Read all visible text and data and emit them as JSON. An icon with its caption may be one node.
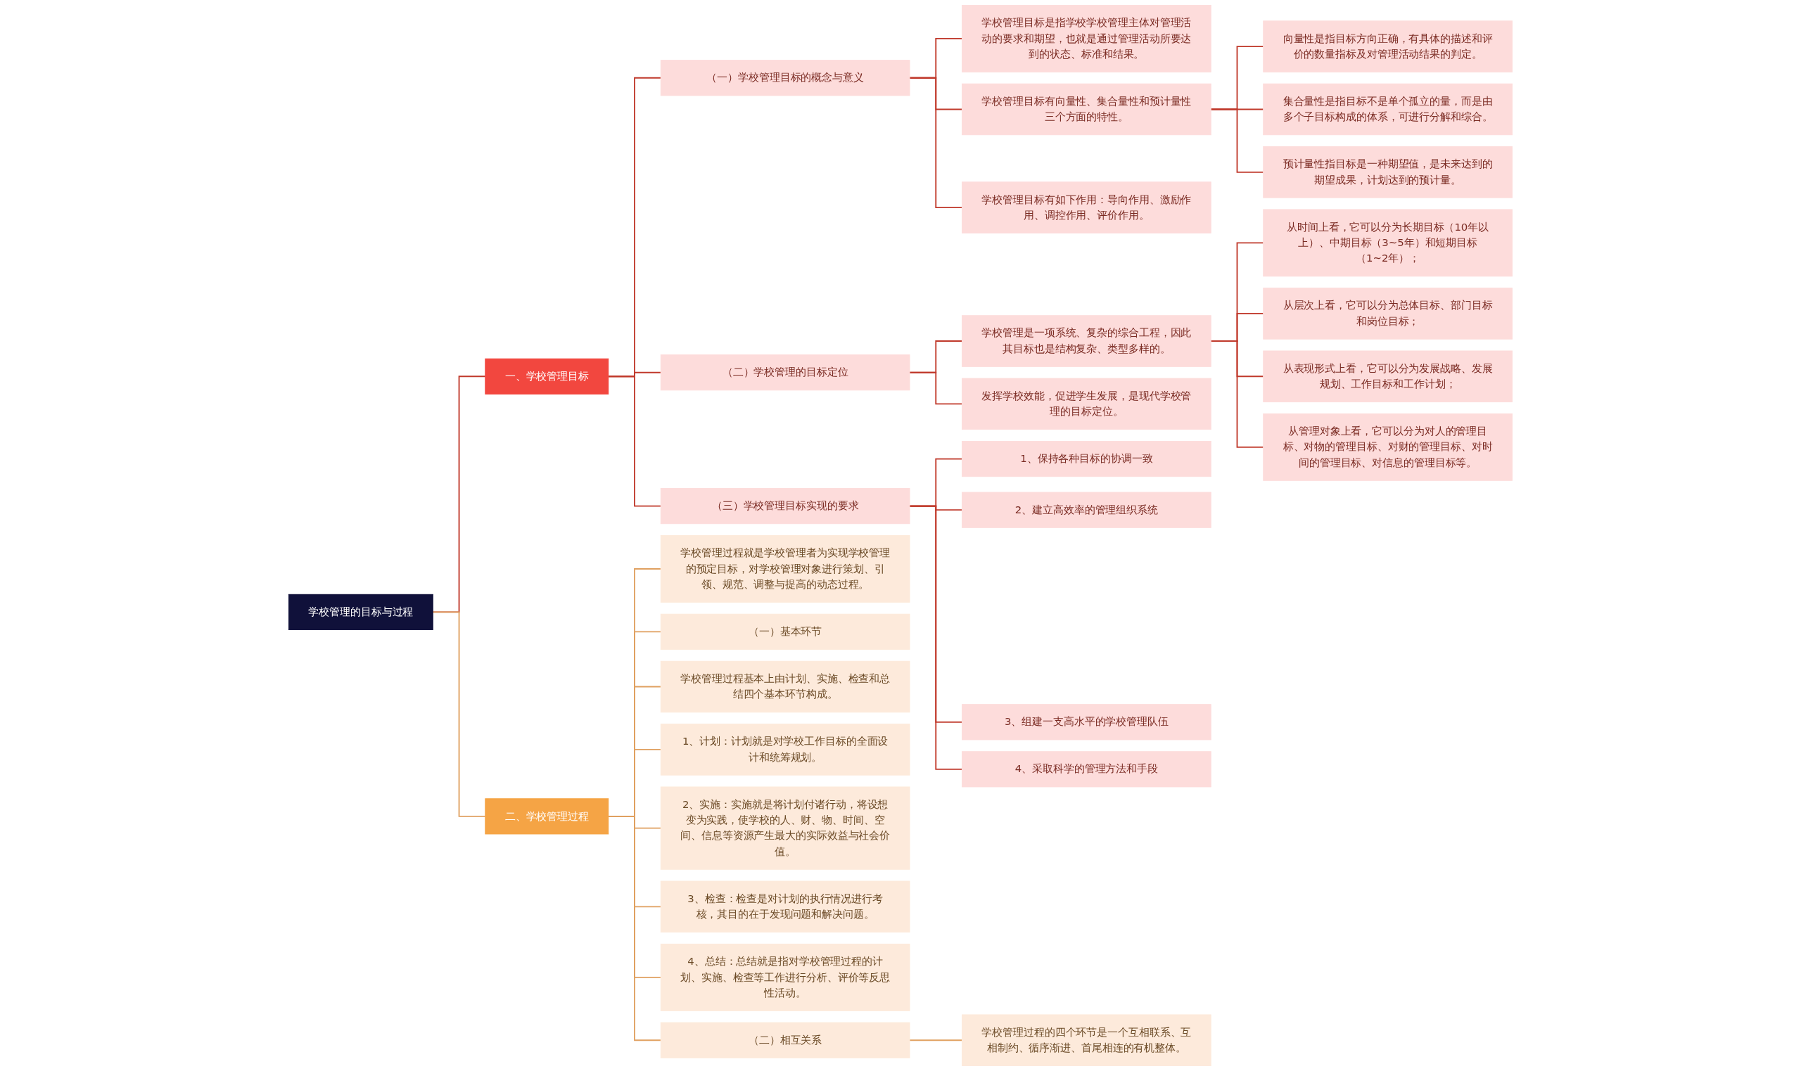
{
  "diagram": {
    "nodes": [
      {
        "text": [
          "学校管理的目标与过程"
        ]
      },
      {
        "text": [
          "一、学校管理目标"
        ]
      },
      {
        "text": [
          "（一）学校管理目标的概念与意义"
        ]
      },
      {
        "text": [
          "学校管理目标是指学校学校管理主体对管理活动的要求和期望，也就是通过管理活动所要达到的状态、标准和结果。"
        ]
      },
      {
        "text": [
          "学校管理目标有向量性、集合量性和预计量性三个方面的特性。"
        ]
      },
      {
        "text": [
          "向量性是指目标方向正确，有具体的描述和评价的数量指标及对管理活动结果的判定。"
        ]
      },
      {
        "text": [
          "集合量性是指目标不是单个孤立的量，而是由多个子目标构成的体系，可进行分解和综合。"
        ]
      },
      {
        "text": [
          "预计量性指目标是一种期望值，是未来达到的期望成果，计划达到的预计量。"
        ]
      },
      {
        "text": [
          "学校管理目标有如下作用：导向作用、激励作用、调控作用、评价作用。"
        ]
      },
      {
        "text": [
          "（二）学校管理的目标定位"
        ]
      },
      {
        "text": [
          "学校管理是一项系统、复杂的综合工程，因此其目标也是结构复杂、类型多样的。"
        ]
      },
      {
        "text": [
          "从时间上看，它可以分为长期目标（10年以上）、中期目标（3~5年）和短期目标（1~2年）；"
        ]
      },
      {
        "text": [
          "从层次上看，它可以分为总体目标、部门目标和岗位目标；"
        ]
      },
      {
        "text": [
          "从表现形式上看，它可以分为发展战略、发展规划、工作目标和工作计划；"
        ]
      },
      {
        "text": [
          "从管理对象上看，它可以分为对人的管理目标、对物的管理目标、对财的管理目标、对时间的管理目标、对信息的管理目标等。"
        ]
      },
      {
        "text": [
          "发挥学校效能，促进学生发展，是现代学校管理的目标定位。"
        ]
      },
      {
        "text": [
          "（三）学校管理目标实现的要求"
        ]
      },
      {
        "text": [
          "1、保持各种目标的协调一致"
        ]
      },
      {
        "text": [
          "2、建立高效率的管理组织系统"
        ]
      },
      {
        "text": [
          "3、组建一支高水平的学校管理队伍"
        ]
      },
      {
        "text": [
          "4、采取科学的管理方法和手段"
        ]
      },
      {
        "text": [
          "二、学校管理过程"
        ]
      },
      {
        "text": [
          "学校管理过程就是学校管理者为实现学校管理的预定目标，对学校管理对象进行策划、引领、规范、调整与提高的动态过程。"
        ]
      },
      {
        "text": [
          "（一）基本环节"
        ]
      },
      {
        "text": [
          "学校管理过程基本上由计划、实施、检查和总结四个基本环节构成。"
        ]
      },
      {
        "text": [
          "1、计划：计划就是对学校工作目标的全面设计和统筹规划。"
        ]
      },
      {
        "text": [
          "2、实施：实施就是将计划付诸行动，将设想变为实践，使学校的人、财、物、时间、空间、信息等资源产生最大的实际效益与社会价值。"
        ]
      },
      {
        "text": [
          "3、检查：检查是对计划的执行情况进行考核，其目的在于发现问题和解决问题。"
        ]
      },
      {
        "text": [
          "4、总结：总结就是指对学校管理过程的计划、实施、检查等工作进行分析、评价等反思性活动。"
        ]
      },
      {
        "text": [
          "（二）相互关系"
        ]
      },
      {
        "text": [
          "学校管理过程的四个环节是一个互相联系、互相制约、循序渐进、首尾相连的有机整体。"
        ]
      }
    ],
    "edges": [
      {
        "from": 0,
        "to": 1,
        "arrow": "none"
      },
      {
        "from": 1,
        "to": 2,
        "arrow": "none"
      },
      {
        "from": 2,
        "to": 3,
        "arrow": "none"
      },
      {
        "from": 2,
        "to": 4,
        "arrow": "none"
      },
      {
        "from": 4,
        "to": 5,
        "arrow": "none"
      },
      {
        "from": 4,
        "to": 6,
        "arrow": "none"
      },
      {
        "from": 4,
        "to": 7,
        "arrow": "none"
      },
      {
        "from": 2,
        "to": 8,
        "arrow": "none"
      },
      {
        "from": 1,
        "to": 9,
        "arrow": "none"
      },
      {
        "from": 9,
        "to": 10,
        "arrow": "none"
      },
      {
        "from": 10,
        "to": 11,
        "arrow": "none"
      },
      {
        "from": 10,
        "to": 12,
        "arrow": "none"
      },
      {
        "from": 10,
        "to": 13,
        "arrow": "none"
      },
      {
        "from": 10,
        "to": 14,
        "arrow": "none"
      },
      {
        "from": 9,
        "to": 15,
        "arrow": "none"
      },
      {
        "from": 1,
        "to": 16,
        "arrow": "none"
      },
      {
        "from": 16,
        "to": 17,
        "arrow": "none"
      },
      {
        "from": 16,
        "to": 18,
        "arrow": "none"
      },
      {
        "from": 16,
        "to": 19,
        "arrow": "none"
      },
      {
        "from": 16,
        "to": 20,
        "arrow": "none"
      },
      {
        "from": 0,
        "to": 21,
        "arrow": "none",
        "color": "#e0a060"
      },
      {
        "from": 21,
        "to": 22,
        "arrow": "none",
        "color": "#e0a060"
      },
      {
        "from": 21,
        "to": 23,
        "arrow": "none",
        "color": "#e0a060"
      },
      {
        "from": 21,
        "to": 24,
        "arrow": "none",
        "color": "#e0a060"
      },
      {
        "from": 21,
        "to": 25,
        "arrow": "none",
        "color": "#e0a060"
      },
      {
        "from": 21,
        "to": 26,
        "arrow": "none",
        "color": "#e0a060"
      },
      {
        "from": 21,
        "to": 27,
        "arrow": "none",
        "color": "#e0a060"
      },
      {
        "from": 21,
        "to": 28,
        "arrow": "none",
        "color": "#e0a060"
      },
      {
        "from": 21,
        "to": 29,
        "arrow": "none",
        "color": "#e0a060"
      },
      {
        "from": 29,
        "to": 30,
        "arrow": "none",
        "color": "#e0a060"
      }
    ]
  }
}
